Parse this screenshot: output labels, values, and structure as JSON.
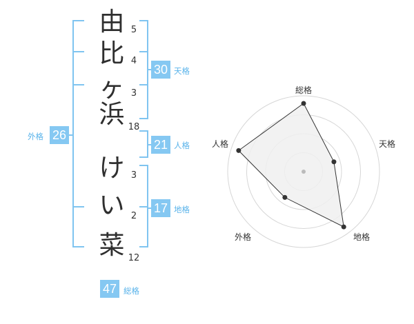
{
  "name": {
    "characters": [
      {
        "char": "由",
        "strokes": "5"
      },
      {
        "char": "比",
        "strokes": "4"
      },
      {
        "char": "ヶ",
        "strokes": "3"
      },
      {
        "char": "浜",
        "strokes": "18"
      },
      {
        "char": "け",
        "strokes": "3"
      },
      {
        "char": "い",
        "strokes": "2"
      },
      {
        "char": "菜",
        "strokes": "12"
      }
    ]
  },
  "kakusu": {
    "tenkaku": {
      "value": "30",
      "label": "天格"
    },
    "jinkaku": {
      "value": "21",
      "label": "人格"
    },
    "chikaku": {
      "value": "17",
      "label": "地格"
    },
    "gaikaku": {
      "value": "26",
      "label": "外格"
    },
    "soukaku": {
      "value": "47",
      "label": "総格"
    }
  },
  "radar": {
    "axes": [
      "総格",
      "天格",
      "地格",
      "外格",
      "人格"
    ],
    "values": [
      0.9,
      0.42,
      0.9,
      0.42,
      0.9
    ],
    "colors": {
      "fill": "#f0f0f0",
      "stroke": "#333333",
      "rings": "#d6d6d6",
      "center": "#bbbbbb"
    }
  },
  "colors": {
    "accent": "#85c8f2",
    "accent_text": "#59b3ea",
    "bracket": "#7fc4f0"
  }
}
